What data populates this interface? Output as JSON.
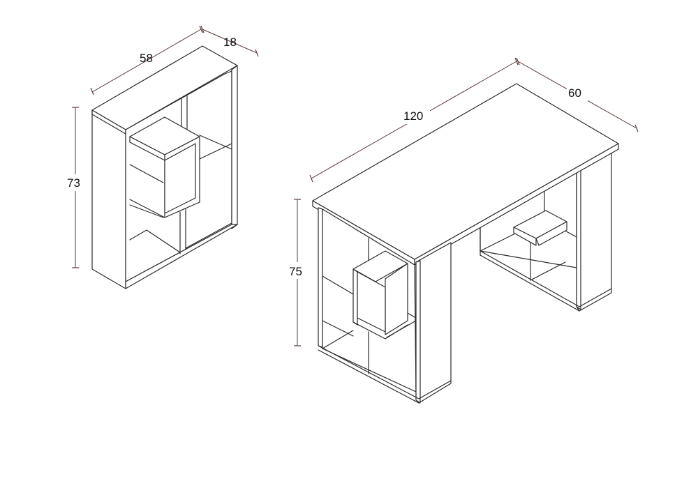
{
  "bookshelf": {
    "dimensions": {
      "width": "58",
      "depth": "18",
      "height": "73"
    }
  },
  "desk": {
    "dimensions": {
      "length": "120",
      "depth": "60",
      "height": "75"
    }
  }
}
